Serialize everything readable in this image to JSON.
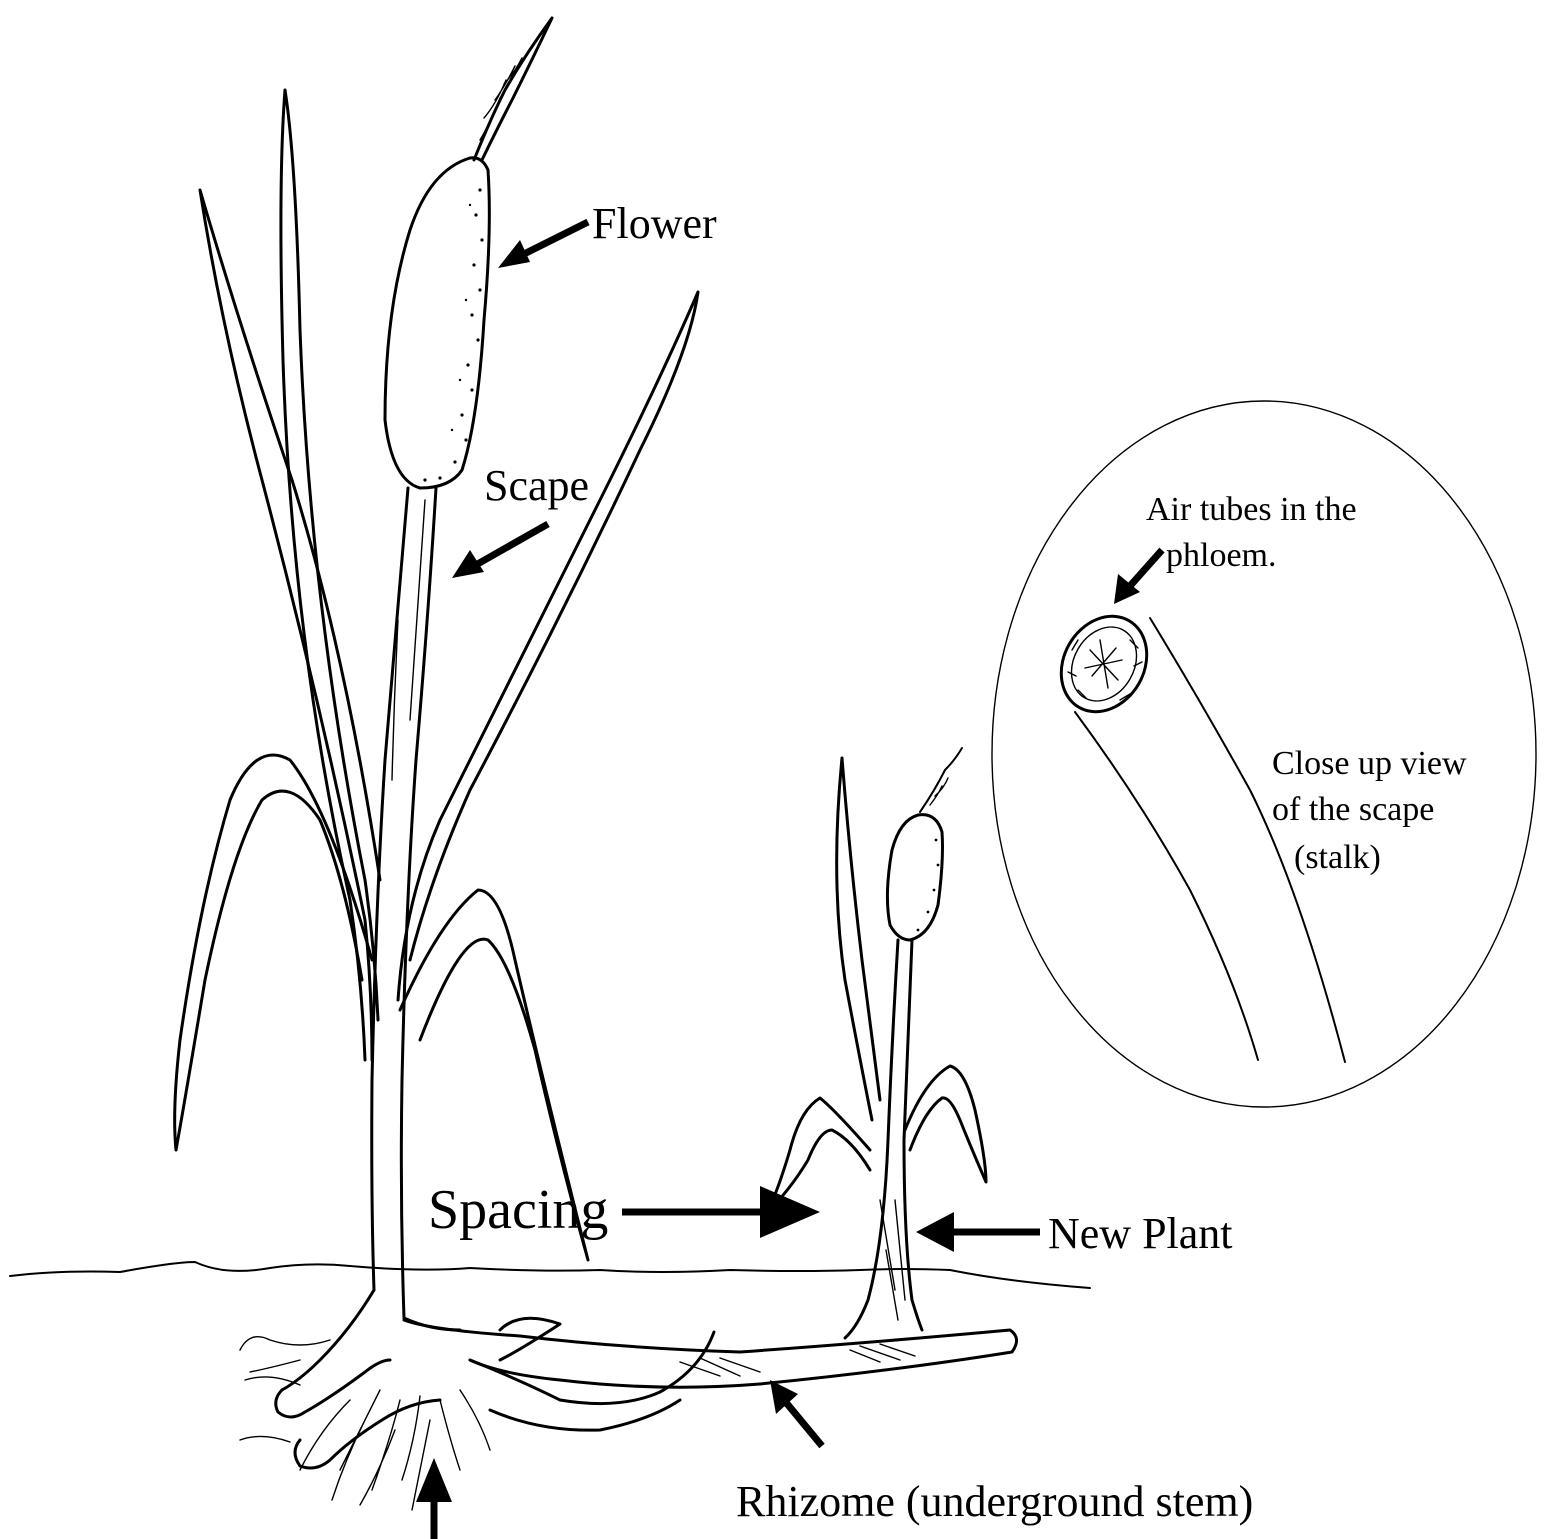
{
  "labels": {
    "flower": "Flower",
    "scape": "Scape",
    "air_tubes_line1": "Air tubes in the",
    "air_tubes_line2": "phloem.",
    "closeup_line1": "Close up view",
    "closeup_line2": "of the scape",
    "closeup_line3": "(stalk)",
    "spacing": "Spacing",
    "new_plant": "New Plant",
    "rhizome": "Rhizome (underground stem)"
  }
}
